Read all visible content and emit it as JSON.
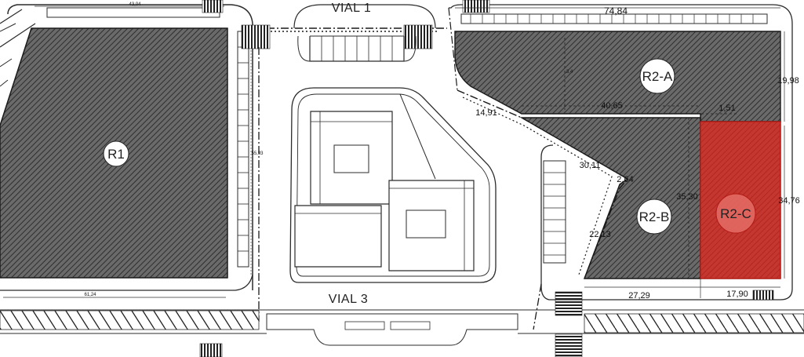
{
  "roads": {
    "vial1": "VIAL 1",
    "vial3": "VIAL 3"
  },
  "lots": {
    "r1": "R1",
    "r2a": "R2-A",
    "r2b": "R2-B",
    "r2c": "R2-C"
  },
  "dimensions": {
    "r1_top": "43,04",
    "r1_side": "55,93",
    "r1_bottom": "61,24",
    "r2_top": "74,84",
    "r2a_right": "19,98",
    "r2a_inner": "40,65",
    "r2a_small": "1,51",
    "r2a_vert": "3,4",
    "diag_upper": "14,91",
    "diag_mid": "30,11",
    "diag_lower": "2,64",
    "r2b_vert": "35,30",
    "r2b_diag": "22,13",
    "r2b_bottom": "27,29",
    "r2c_bottom": "17,90",
    "r2c_right": "34,76"
  },
  "colors": {
    "hatch_fill": "#595959",
    "highlight": "#e8221b",
    "line": "#2b2b2b"
  }
}
